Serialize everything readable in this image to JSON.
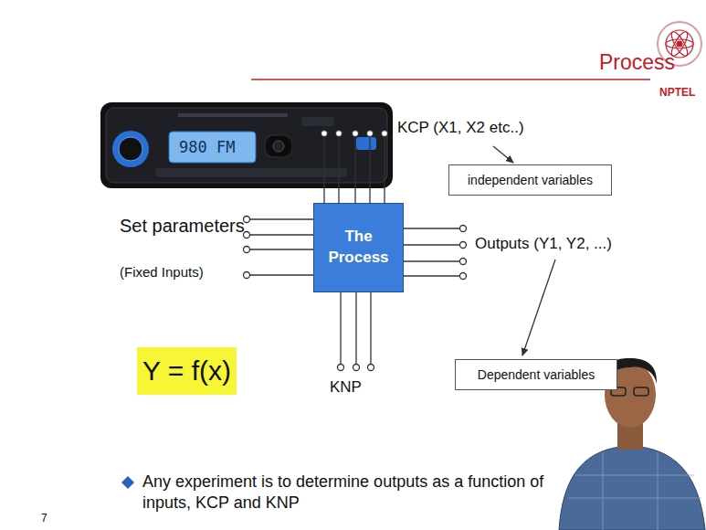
{
  "diagram": {
    "title": "Process",
    "nodes": [
      {
        "text": [
          "The Process"
        ]
      },
      {
        "text": [
          "independent variables"
        ]
      },
      {
        "text": [
          "Dependent variables"
        ]
      },
      {
        "text": [
          "Y = f(x)"
        ]
      }
    ],
    "labels": [
      "NPTEL",
      "980 FM",
      "KCP (X1, X2 etc..)",
      "Set parameters",
      "(Fixed Inputs)",
      "Outputs (Y1, Y2, ...)",
      "KNP",
      "Any experiment is to determine outputs as a function of inputs, KCP and KNP",
      "7"
    ]
  }
}
